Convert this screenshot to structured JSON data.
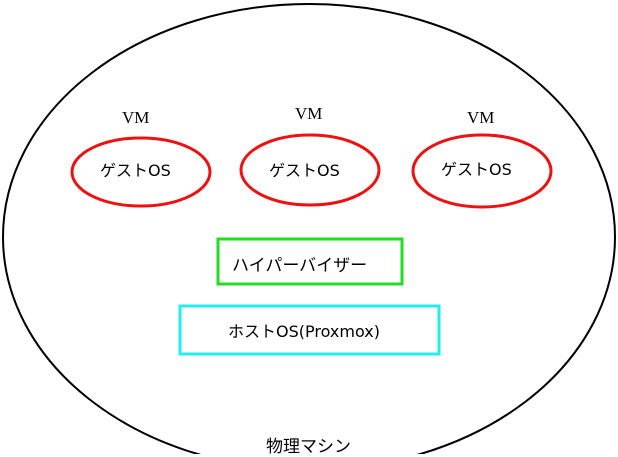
{
  "diagram": {
    "physical_machine": {
      "label": "物理マシン",
      "stroke": "#000000"
    },
    "vms": [
      {
        "vm_label": "VM",
        "guest_label": "ゲストOS",
        "stroke": "#ee1111"
      },
      {
        "vm_label": "VM",
        "guest_label": "ゲストOS",
        "stroke": "#ee1111"
      },
      {
        "vm_label": "VM",
        "guest_label": "ゲストOS",
        "stroke": "#ee1111"
      }
    ],
    "hypervisor": {
      "label": "ハイパーバイザー",
      "stroke": "#22dd22"
    },
    "host_os": {
      "label": "ホストOS(Proxmox)",
      "stroke": "#22eeee"
    }
  }
}
